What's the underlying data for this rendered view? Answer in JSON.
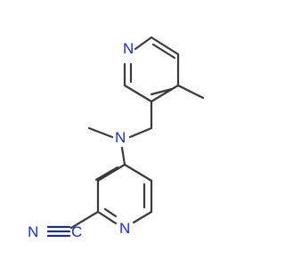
{
  "molecule": {
    "atoms": {
      "pyridine_top_n": "N",
      "amine_n": "N",
      "pyridine_bottom_n": "N",
      "nitrile_n": "N",
      "nitrile_c": "C"
    },
    "colors": {
      "bond": "#3a3a3a",
      "heteroatom": "#1f2cc8",
      "nitrile_bond": "#1f2f7a",
      "background": "#ffffff"
    }
  }
}
